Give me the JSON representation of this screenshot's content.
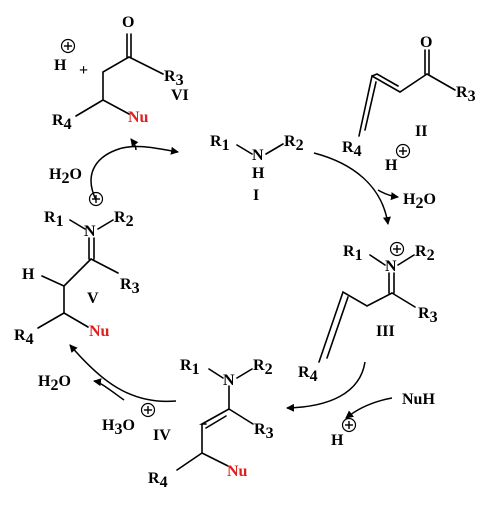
{
  "compounds": {
    "I": {
      "label": "I",
      "n": "N",
      "h": "H",
      "r1": "R",
      "r1_sub": "1",
      "r2": "R",
      "r2_sub": "2"
    },
    "II": {
      "label": "II",
      "o": "O",
      "r3": "R",
      "r3_sub": "3",
      "r4": "R",
      "r4_sub": "4"
    },
    "III": {
      "label": "III",
      "n": "N",
      "r1": "R",
      "r1_sub": "1",
      "r2": "R",
      "r2_sub": "2",
      "r3": "R",
      "r3_sub": "3",
      "r4": "R",
      "r4_sub": "4"
    },
    "IV": {
      "label": "IV",
      "n": "N",
      "r1": "R",
      "r1_sub": "1",
      "r2": "R",
      "r2_sub": "2",
      "r3": "R",
      "r3_sub": "3",
      "r4": "R",
      "r4_sub": "4",
      "nu": "Nu"
    },
    "V": {
      "label": "V",
      "n": "N",
      "h": "H",
      "r1": "R",
      "r1_sub": "1",
      "r2": "R",
      "r2_sub": "2",
      "r3": "R",
      "r3_sub": "3",
      "r4": "R",
      "r4_sub": "4",
      "nu": "Nu"
    },
    "VI": {
      "label": "VI",
      "o": "O",
      "r3": "R",
      "r3_sub": "3",
      "r4": "R",
      "r4_sub": "4",
      "nu": "Nu",
      "h_plus": "H",
      "plus": "+"
    }
  },
  "reagents": {
    "step1_hplus": "H",
    "step1_water": "H",
    "step1_water_sub": "2",
    "step1_water_o": "O",
    "step2_nuh_nu": "Nu",
    "step2_nuh_h": "H",
    "step2_hplus": "H",
    "step3_h3o": "H",
    "step3_h3o_sub": "3",
    "step3_h3o_o": "O",
    "step3_water": "H",
    "step3_water_sub": "2",
    "step3_water_o": "O",
    "step4_water": "H",
    "step4_water_sub": "2",
    "step4_water_o": "O"
  },
  "colors": {
    "nucleophile": "#e0201e",
    "structure": "#000000"
  }
}
